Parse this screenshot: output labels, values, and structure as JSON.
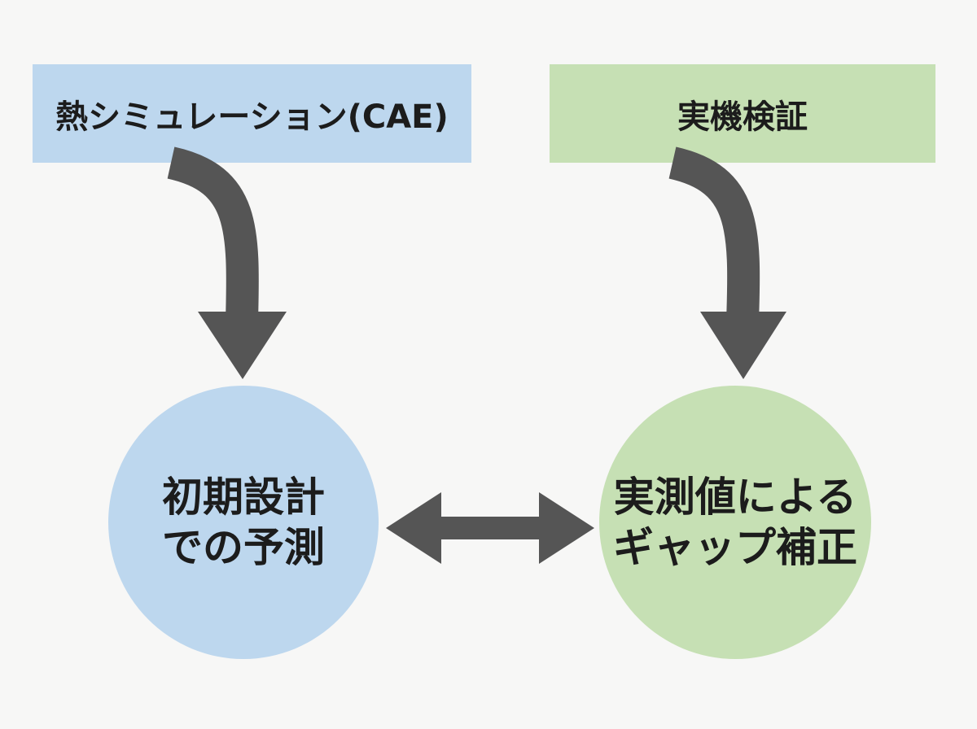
{
  "top_left_box": {
    "label": "熱シミュレーション(CAE)",
    "color": "#bdd7ee"
  },
  "top_right_box": {
    "label": "実機検証",
    "color": "#c6e0b4"
  },
  "left_circle": {
    "line1": "初期設計",
    "line2": "での予測",
    "color": "#bdd7ee"
  },
  "right_circle": {
    "line1": "実測値による",
    "line2": "ギャップ補正",
    "color": "#c6e0b4"
  },
  "arrow_color": "#555555"
}
